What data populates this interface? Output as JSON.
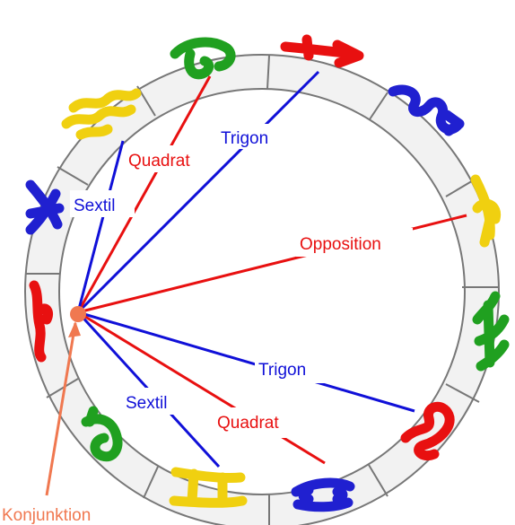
{
  "labels": {
    "trigon_top": "Trigon",
    "quadrat_top": "Quadrat",
    "sextil_top": "Sextil",
    "opposition": "Opposition",
    "trigon_bottom": "Trigon",
    "sextil_bottom": "Sextil",
    "quadrat_bottom": "Quadrat",
    "konjunktion": "Konjunktion"
  },
  "colors": {
    "trigon_and_sextil": "#1010d8",
    "quadrat_and_opposition": "#e81010",
    "konjunktion": "#f07850",
    "ring_fill": "#f2f2f2"
  },
  "zodiac_signs": [
    {
      "name": "capricorn",
      "color": "#20a020"
    },
    {
      "name": "sagittarius",
      "color": "#e81010"
    },
    {
      "name": "scorpio",
      "color": "#2020d0"
    },
    {
      "name": "libra",
      "color": "#f0d010"
    },
    {
      "name": "virgo",
      "color": "#20a020"
    },
    {
      "name": "leo",
      "color": "#e81010"
    },
    {
      "name": "cancer",
      "color": "#2020d0"
    },
    {
      "name": "gemini",
      "color": "#f0d010"
    },
    {
      "name": "taurus",
      "color": "#20a020"
    },
    {
      "name": "aries",
      "color": "#e81010"
    },
    {
      "name": "pisces",
      "color": "#2020d0"
    },
    {
      "name": "aquarius",
      "color": "#f0d010"
    }
  ]
}
